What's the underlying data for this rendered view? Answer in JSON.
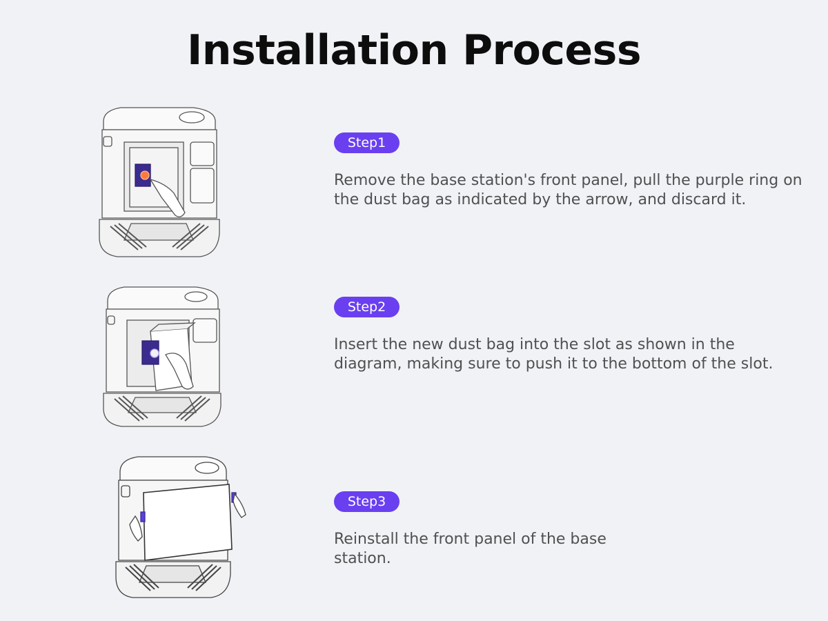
{
  "header": {
    "title": "Installation Process"
  },
  "colors": {
    "background": "#f1f2f6",
    "accent": "#6a3ff0",
    "title": "#0d0d0d",
    "body_text": "#505050"
  },
  "steps": [
    {
      "badge": "Step1",
      "description": "Remove the base station's front panel, pull the purple ring on the dust bag as indicated by the arrow, and discard it.",
      "illustration": "remove-dust-bag-illustration"
    },
    {
      "badge": "Step2",
      "description": "Insert the new dust bag into the slot as shown in the diagram, making sure to push it to the bottom of the slot.",
      "illustration": "insert-dust-bag-illustration"
    },
    {
      "badge": "Step3",
      "description": "Reinstall the front panel of the base station.",
      "illustration": "reinstall-front-panel-illustration"
    }
  ]
}
